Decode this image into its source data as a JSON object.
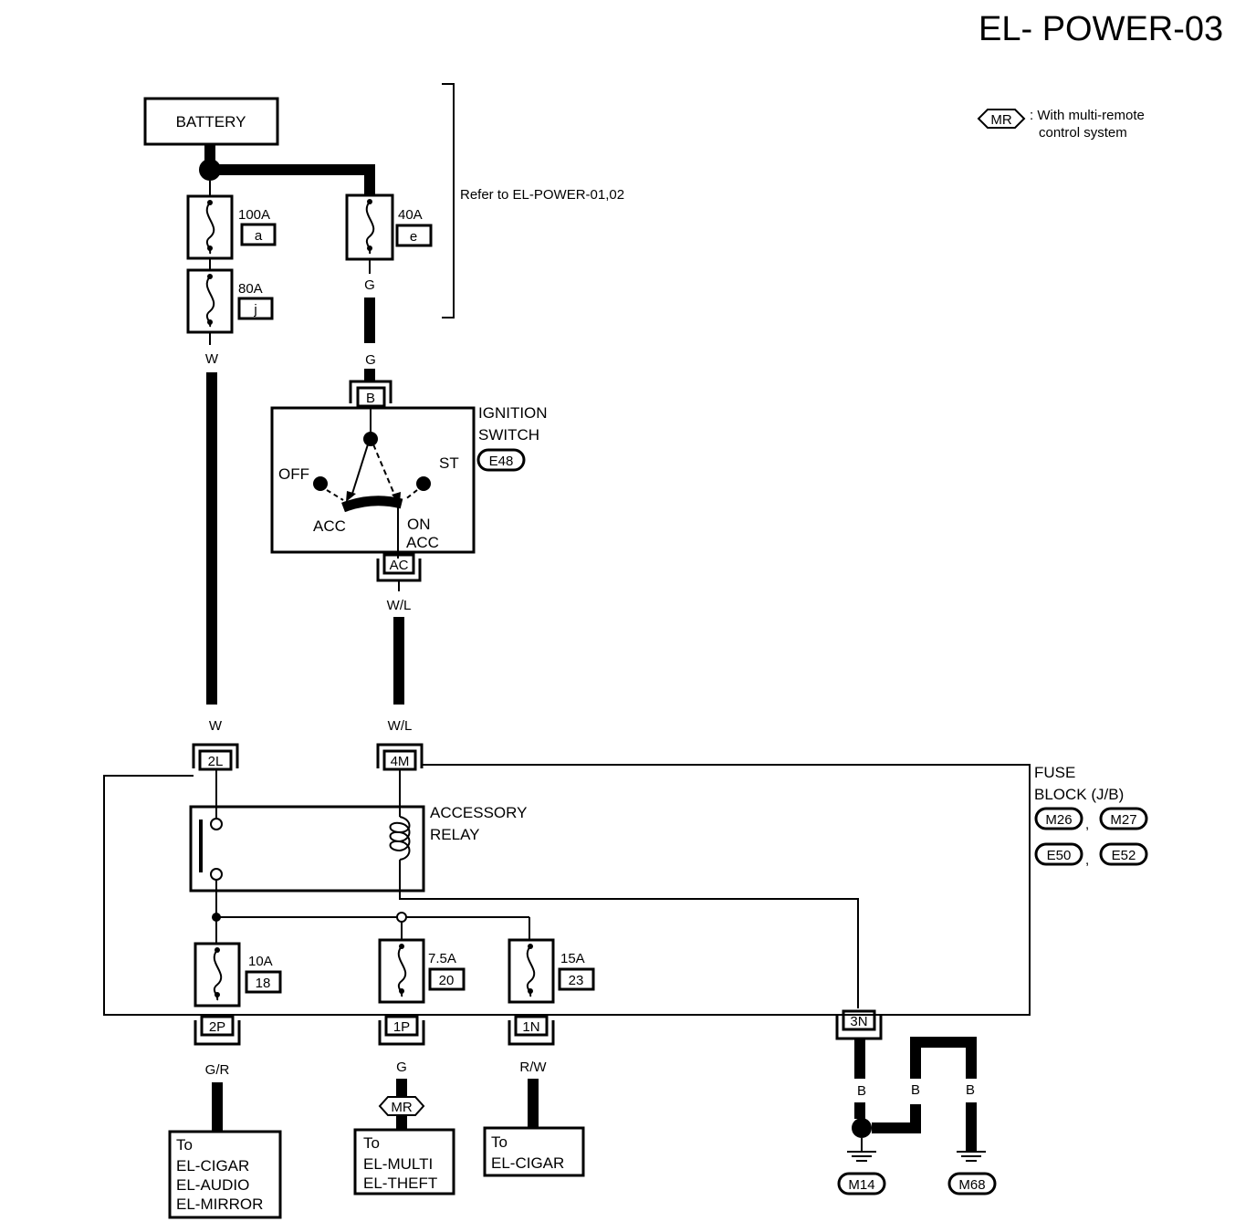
{
  "title": "EL- POWER-03",
  "legend": {
    "symbol": "MR",
    "text_line1": ": With multi-remote",
    "text_line2": "control system"
  },
  "refer_note": "Refer to EL-POWER-01,02",
  "battery": {
    "label": "BATTERY"
  },
  "fuses_top": [
    {
      "rating": "100A",
      "id": "a"
    },
    {
      "rating": "40A",
      "id": "e"
    },
    {
      "rating": "80A",
      "id": "j"
    }
  ],
  "wire_colors": {
    "g_upper": "G",
    "g_lower": "G",
    "w_upper": "W",
    "w_lower": "W",
    "wl_upper": "W/L",
    "wl_lower": "W/L",
    "gr": "G/R",
    "g_bottom": "G",
    "rw": "R/W",
    "b1": "B",
    "b2": "B",
    "b3": "B"
  },
  "ignition_switch": {
    "label_line1": "IGNITION",
    "label_line2": "SWITCH",
    "connector": "E48",
    "terminal_in": "B",
    "terminal_out": "AC",
    "pos_off": "OFF",
    "pos_st": "ST",
    "pos_acc": "ACC",
    "pos_on": "ON",
    "pos_on_acc": "ACC"
  },
  "fuse_block": {
    "label_line1": "FUSE",
    "label_line2": "BLOCK (J/B)",
    "connectors": [
      "M26",
      "M27",
      "E50",
      "E52"
    ],
    "sep": ",",
    "terminals_in": [
      "2L",
      "4M"
    ],
    "relay_line1": "ACCESSORY",
    "relay_line2": "RELAY",
    "fuses": [
      {
        "rating": "10A",
        "id": "18",
        "terminal": "2P"
      },
      {
        "rating": "7.5A",
        "id": "20",
        "terminal": "1P"
      },
      {
        "rating": "15A",
        "id": "23",
        "terminal": "1N"
      }
    ],
    "ground_terminal": "3N"
  },
  "destinations": [
    {
      "lines": [
        "To",
        "EL-CIGAR",
        "EL-AUDIO",
        "EL-MIRROR"
      ]
    },
    {
      "lines": [
        "To",
        "EL-MULTI",
        "EL-THEFT"
      ]
    },
    {
      "lines": [
        "To",
        "EL-CIGAR"
      ]
    }
  ],
  "mr_tag": "MR",
  "grounds": [
    "M14",
    "M68"
  ]
}
